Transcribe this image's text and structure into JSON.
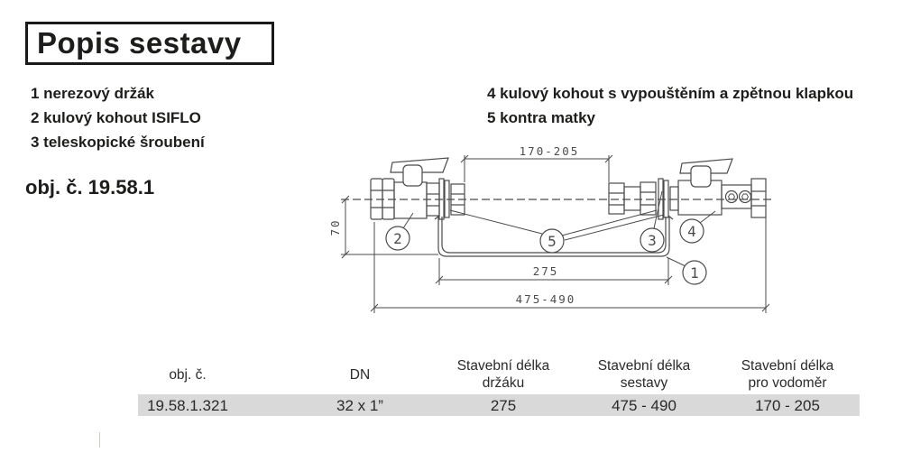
{
  "title": "Popis sestavy",
  "parts_list": {
    "left": [
      "1 nerezový držák",
      "2 kulový kohout ISIFLO",
      "3 teleskopické šroubení"
    ],
    "right": [
      "4 kulový kohout s vypouštěním a zpětnou klapkou",
      "5 kontra matky"
    ]
  },
  "order_number": "obj. č. 19.58.1",
  "diagram": {
    "dim_top": "170-205",
    "dim_left": "70",
    "dim_mid": "275",
    "dim_bottom": "475-490",
    "callouts": {
      "c1": "1",
      "c2": "2",
      "c3": "3",
      "c4": "4",
      "c5": "5"
    },
    "line_color": "#4b4b4b"
  },
  "table": {
    "row_bg_color": "#d9d9d9",
    "columns": [
      {
        "h1": "obj. č.",
        "h2": "",
        "v": "19.58.1.321"
      },
      {
        "h1": "DN",
        "h2": "",
        "v": "32 x 1”"
      },
      {
        "h1": "Stavební délka",
        "h2": "držáku",
        "v": "275"
      },
      {
        "h1": "Stavební délka",
        "h2": "sestavy",
        "v": "475 - 490"
      },
      {
        "h1": "Stavební délka",
        "h2": "pro vodoměr",
        "v": "170 - 205"
      }
    ]
  }
}
